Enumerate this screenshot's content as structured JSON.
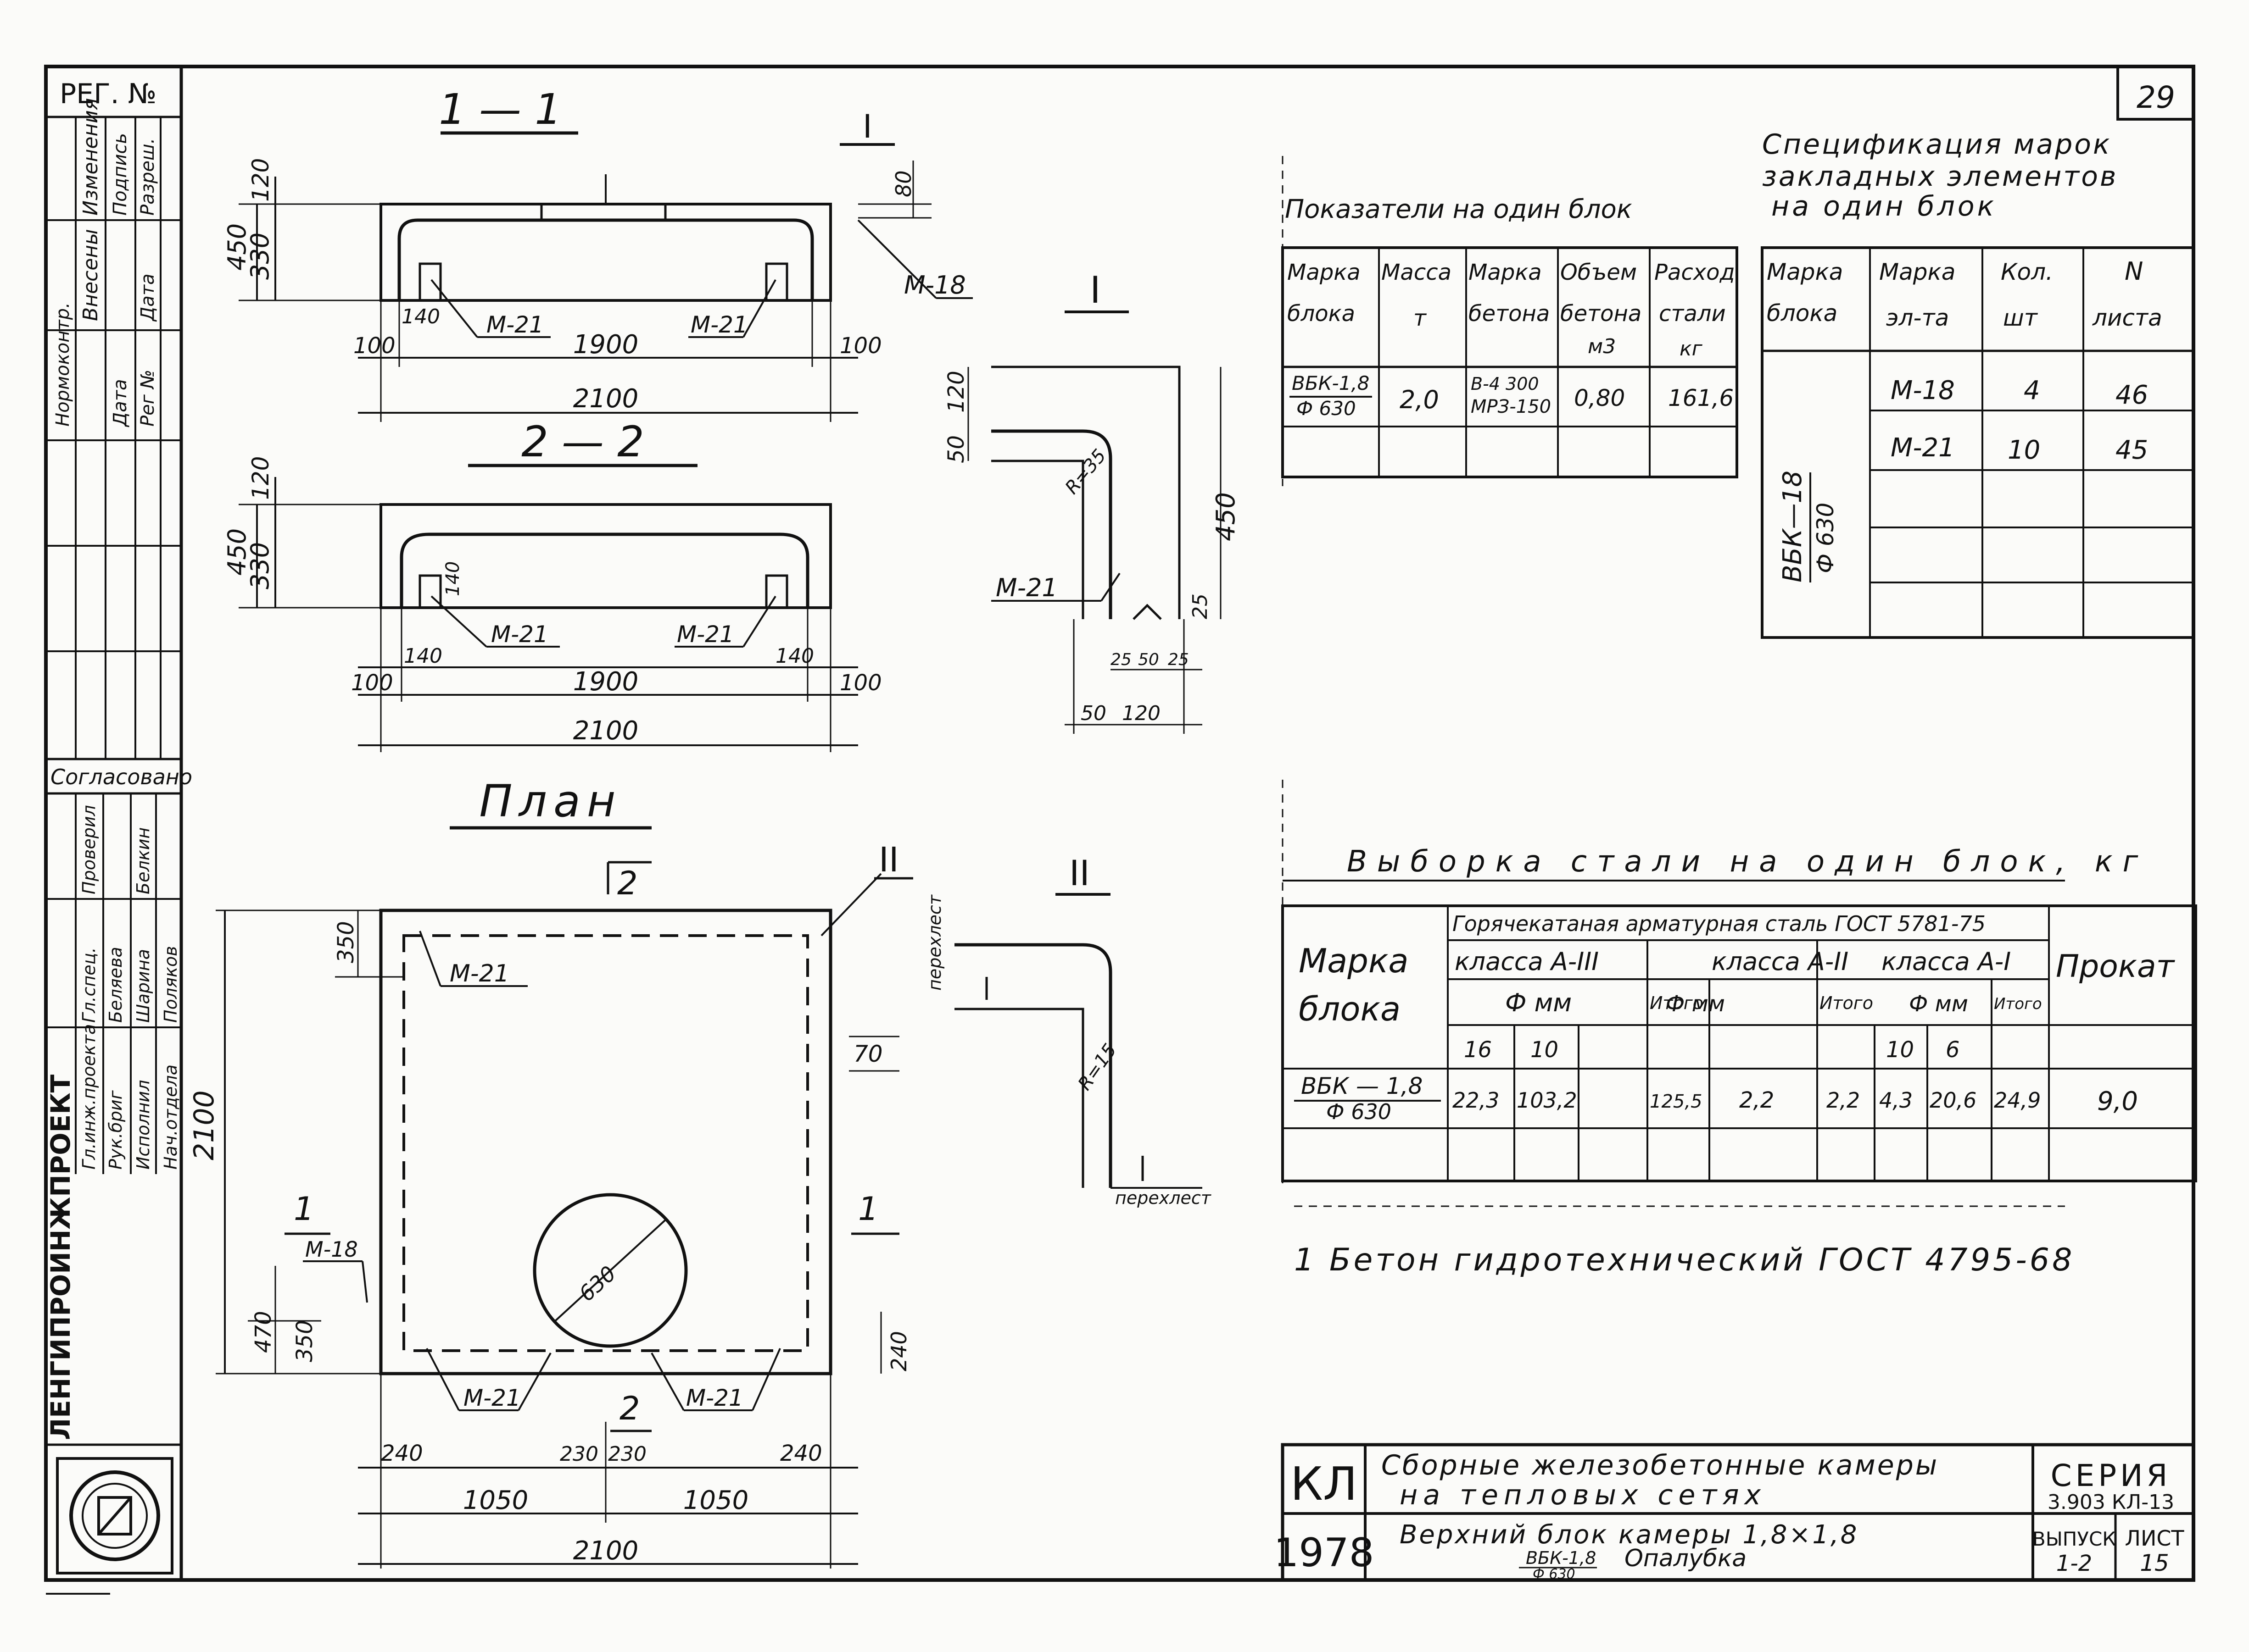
{
  "sheet_number": "29",
  "reg_no": "РЕГ. №",
  "left_column": {
    "revision_labels": [
      "Изменения",
      "Внесены",
      "Нормоконтр.",
      "Подпись",
      "Дата",
      "Разреш.",
      "Дата",
      "Рег №"
    ],
    "soglasovano": "Согласовано",
    "org_name": "ЛЕНГИПРОИНЖПРОЕКТ",
    "signature_rows": [
      {
        "role": "Гл.инж.проекта",
        "name": "Гл.спец."
      },
      {
        "role": "Рук.бриг",
        "name": "Беляева"
      },
      {
        "role": "Нач.отдела",
        "name": "Поляков"
      },
      {
        "role": "Исполнил",
        "name": "Шарина"
      },
      {
        "role": "Проверил",
        "name": "Белкин"
      }
    ]
  },
  "sections": {
    "s11": {
      "title": "1 — 1",
      "dims": {
        "h_total": "450",
        "h_top": "120",
        "h_body": "330",
        "slot": "140",
        "inner": "1900",
        "side_l": "100",
        "side_r": "100",
        "total": "2100",
        "top_off": "80"
      },
      "labels": {
        "m18": "М-18",
        "m21a": "М-21",
        "m21b": "М-21"
      }
    },
    "s22": {
      "title": "2 — 2",
      "dims": {
        "h_total": "450",
        "h_top": "120",
        "h_body": "330",
        "slot_l": "140",
        "slot_r": "140",
        "slot_h": "140",
        "inner": "1900",
        "side_l": "100",
        "side_r": "100",
        "total": "2100"
      },
      "labels": {
        "m21a": "М-21",
        "m21b": "М-21"
      }
    },
    "plan": {
      "title": "План",
      "dims": {
        "width": "2100",
        "half_l": "1050",
        "half_r": "1050",
        "h_total": "2100",
        "top_off": "350",
        "side_off": "70",
        "bot_470": "470",
        "bot_350": "350",
        "bot_240r": "240",
        "bot_240l": "240",
        "bot_240r2": "240",
        "c230a": "230",
        "c230b": "230",
        "diam": "630"
      },
      "labels": {
        "m21_top": "М-21",
        "m18": "М-18",
        "m21_bl": "М-21",
        "m21_br": "М-21",
        "sec11": "1",
        "sec22_top": "2",
        "sec22_bot": "2",
        "node2": "II"
      }
    },
    "detail1": {
      "title": "I",
      "dims": {
        "h120": "120",
        "h50": "50",
        "r": "R=35",
        "h450": "450",
        "h25": "25",
        "b25a": "25",
        "b50": "50",
        "b25b": "25",
        "w50": "50",
        "w120": "120"
      },
      "label": "М-21"
    },
    "detail2": {
      "title": "II",
      "labels": {
        "top": "перехлест",
        "r": "R=15",
        "bottom": "перехлест"
      }
    }
  },
  "block_indicators": {
    "title": "Показатели на один блок",
    "headers": [
      [
        "Марка",
        "блока"
      ],
      [
        "Масса",
        "т"
      ],
      [
        "Марка",
        "бетона"
      ],
      [
        "Объем",
        "бетона",
        "м3"
      ],
      [
        "Расход",
        "стали",
        "кг"
      ]
    ],
    "rows": [
      {
        "mark_top": "ВБК-1,8",
        "mark_bottom": "Ф 630",
        "mass": "2,0",
        "concrete_top": "В-4 300",
        "concrete_bottom": "МРЗ-150",
        "volume": "0,80",
        "steel": "161,6"
      }
    ]
  },
  "embedded_spec": {
    "title": [
      "Спецификация марок",
      "закладных элементов",
      "на один блок"
    ],
    "headers": [
      [
        "Марка",
        "блока"
      ],
      [
        "Марка",
        "эл-та"
      ],
      [
        "Кол.",
        "шт"
      ],
      [
        "N",
        "листа"
      ]
    ],
    "block": "ВБК—18",
    "block_sub": "Ф 630",
    "rows": [
      {
        "mark": "М-18",
        "qty": "4",
        "sheet": "46"
      },
      {
        "mark": "М-21",
        "qty": "10",
        "sheet": "45"
      }
    ]
  },
  "steel_selection": {
    "title": "Выборка стали на один блок, кг",
    "group_header": "Горячекатаная арматурная сталь ГОСТ 5781-75",
    "col_mark": [
      "Марка",
      "блока"
    ],
    "col_prokat": "Прокат",
    "classes": [
      "класса А-III",
      "класса А-II",
      "класса А-I"
    ],
    "sub_dia": "Ф мм",
    "sub_dia2": "Ф мм",
    "sub_dia3": "Ф мм",
    "itogo": "Итого",
    "diameters_a3": [
      "16",
      "10"
    ],
    "diameters_a1": [
      "10",
      "6"
    ],
    "row": {
      "mark_top": "ВБК — 1,8",
      "mark_bottom": "Ф 630",
      "a3_16": "22,3",
      "a3_10": "103,2",
      "a3_total": "125,5",
      "a2": "2,2",
      "a2_total": "2,2",
      "a1_10": "4,3",
      "a1_6": "20,6",
      "a1_total": "24,9",
      "prokat": "9,0"
    }
  },
  "note": "1 Бетон гидротехнический ГОСТ 4795-68",
  "title_block": {
    "code": "КЛ",
    "year": "1978",
    "title_line1": "Сборные железобетонные камеры",
    "title_line2": "на тепловых сетях",
    "desc_line1": "Верхний блок камеры 1,8×1,8",
    "desc_mark_top": "ВБК-1,8",
    "desc_mark_bottom": "Ф 630",
    "desc_tail": "Опалубка",
    "seria_label": "СЕРИЯ",
    "seria_value": "3.903 КЛ-13",
    "vypusk_label": "ВЫПУСК",
    "vypusk_value": "1-2",
    "list_label": "ЛИСТ",
    "list_value": "15"
  }
}
